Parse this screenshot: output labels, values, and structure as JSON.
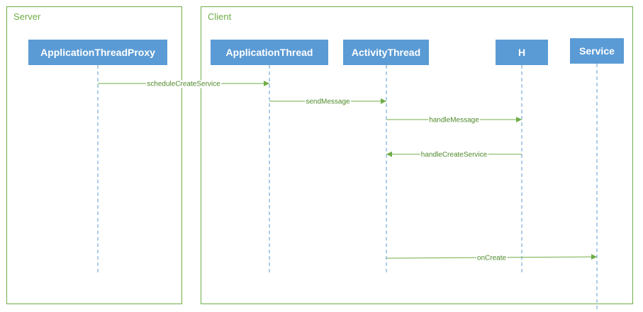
{
  "frames": {
    "server": {
      "label": "Server"
    },
    "client": {
      "label": "Client"
    }
  },
  "participants": [
    {
      "id": "proxy",
      "label": "ApplicationThreadProxy"
    },
    {
      "id": "appthread",
      "label": "ApplicationThread"
    },
    {
      "id": "activitythread",
      "label": "ActivityThread"
    },
    {
      "id": "h",
      "label": "H"
    },
    {
      "id": "service",
      "label": "Service"
    }
  ],
  "messages": [
    {
      "from": "proxy",
      "to": "appthread",
      "label": "scheduleCreateService"
    },
    {
      "from": "appthread",
      "to": "activitythread",
      "label": "sendMessage"
    },
    {
      "from": "activitythread",
      "to": "h",
      "label": "handleMessage"
    },
    {
      "from": "h",
      "to": "activitythread",
      "label": "handleCreateService"
    },
    {
      "from": "activitythread",
      "to": "service",
      "label": "onCreate"
    }
  ],
  "colors": {
    "frame": "#70ad47",
    "participant": "#5b9bd5",
    "lifeline": "#5b9bd5",
    "message": "#70ad47"
  }
}
